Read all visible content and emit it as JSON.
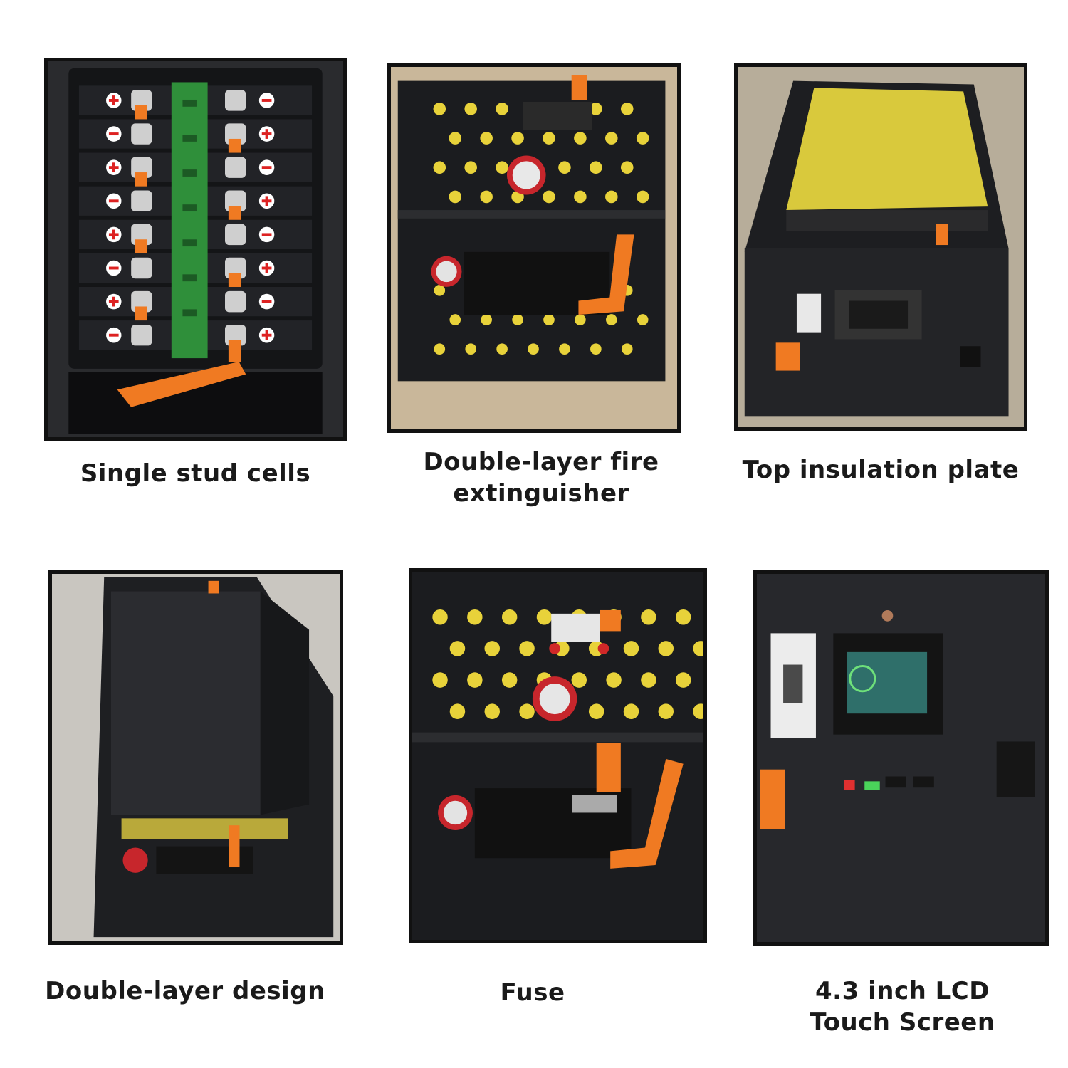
{
  "captions": {
    "c1": "Single stud cells",
    "c2": "Double-layer fire extinguisher",
    "c3": "Top insulation plate",
    "c4": "Double-layer design",
    "c5": "Fuse",
    "c6": "4.3 inch LCD Touch Screen"
  },
  "colors": {
    "frame": "#111111",
    "cabinet": "#1e1f22",
    "accent_orange": "#f07a22",
    "dot_yellow": "#e8d23a",
    "pcb_green": "#2f8f3a",
    "insulation_yellow": "#d9c93c"
  }
}
